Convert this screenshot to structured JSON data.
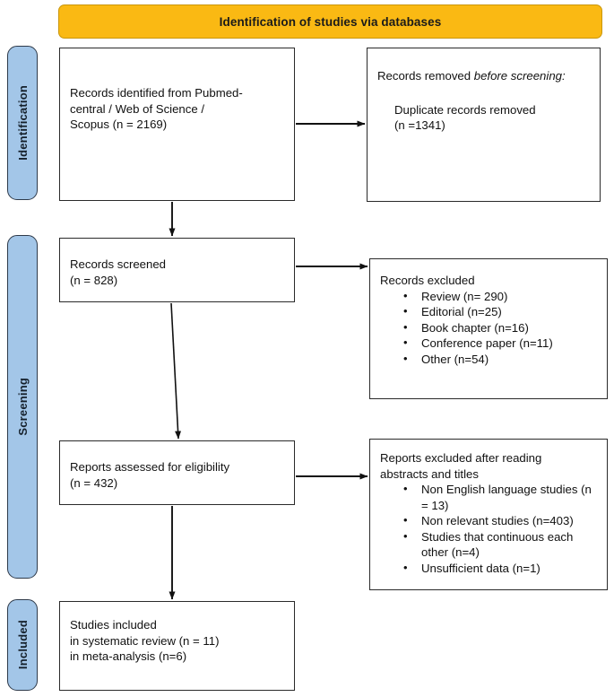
{
  "diagram": {
    "type": "PRISMA flow diagram",
    "banner": {
      "label": "Identification of studies via databases"
    },
    "stages": [
      {
        "id": "identification",
        "label": "Identification"
      },
      {
        "id": "screening",
        "label": "Screening"
      },
      {
        "id": "included",
        "label": "Included"
      }
    ],
    "colors": {
      "banner_fill": "#FAB913",
      "stage_fill": "#A3C6E8",
      "stage_border": "#2E3A4A",
      "box_border": "#2a2a2a",
      "text": "#111111"
    },
    "boxes": {
      "identified": {
        "lines": [
          "Records identified from Pubmed-",
          "central / Web of Science /",
          "Scopus  (n = 2169)"
        ]
      },
      "removed": {
        "title_normal": "Records removed ",
        "title_italic": "before screening:",
        "lines": [
          "Duplicate records removed",
          "(n =1341)"
        ]
      },
      "screened": {
        "lines": [
          "Records screened",
          "(n = 828)"
        ]
      },
      "excluded": {
        "title": "Records excluded",
        "items": [
          "Review (n= 290)",
          "Editorial (n=25)",
          "Book chapter (n=16)",
          "Conference paper (n=11)",
          "Other (n=54)"
        ]
      },
      "eligibility": {
        "lines": [
          "Reports assessed for eligibility",
          "(n = 432)"
        ]
      },
      "reports_excluded": {
        "title_line1": "Reports excluded after reading",
        "title_line2": "abstracts and titles",
        "items": [
          "Non English language studies (n = 13)",
          "Non relevant studies (n=403)",
          "Studies that continuous each other (n=4)",
          "Unsufficient data (n=1)"
        ]
      },
      "included": {
        "lines": [
          "Studies included",
          "in systematic review (n = 11)",
          "in meta-analysis (n=6)"
        ]
      }
    }
  }
}
